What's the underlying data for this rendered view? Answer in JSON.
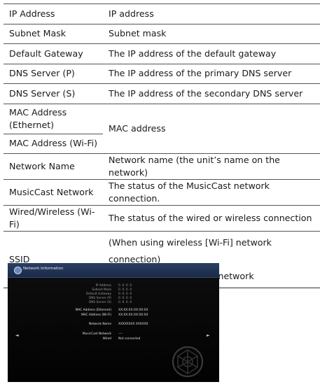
{
  "table": {
    "rows": [
      {
        "label": "IP Address",
        "value": "IP address"
      },
      {
        "label": "Subnet Mask",
        "value": "Subnet mask"
      },
      {
        "label": "Default Gateway",
        "value": "The IP address of the default gateway"
      },
      {
        "label": "DNS Server (P)",
        "value": "The IP address of the primary DNS server"
      },
      {
        "label": "DNS Server (S)",
        "value": "The IP address of the secondary DNS server"
      },
      {
        "label": "MAC Address (Ethernet)",
        "value": "MAC address"
      },
      {
        "label": "MAC Address (Wi-Fi)"
      },
      {
        "label": "Network Name",
        "value": "Network name (the unit’s name on the network)"
      },
      {
        "label": "MusicCast Network",
        "value": "The status of the MusicCast network connection."
      },
      {
        "label": "Wired/Wireless (Wi-Fi)",
        "value": "The status of the wired or wireless connection"
      },
      {
        "label": "SSID",
        "value_line1": "(When using wireless [Wi-Fi] network connection)",
        "value_line2": "The SSID of the wireless network"
      }
    ]
  },
  "screen": {
    "title": "Network Information",
    "icon": "network-globe-icon",
    "arrow_left": "◄",
    "arrow_right": "►",
    "rows": [
      {
        "label": "IP Address",
        "value": "0.  0.  0.  0"
      },
      {
        "label": "Subnet Mask",
        "value": "0.  0.  0.  0"
      },
      {
        "label": "Default Gateway",
        "value": "0.  0.  0.  0"
      },
      {
        "label": "DNS Server (P)",
        "value": "0.  0.  0.  0"
      },
      {
        "label": "DNS Server (S)",
        "value": "0.  0.  0.  0"
      },
      {
        "label": "MAC Address (Ethernet)",
        "value": "XX:XX:XX:XX:XX:XX"
      },
      {
        "label": "MAC Address (Wi-Fi)",
        "value": "XX:XX:XX:XX:XX:XX"
      },
      {
        "label": "Network Name",
        "value": "XXXXXXXX XXXXXX"
      },
      {
        "label": "MusicCast Network",
        "value": "----"
      },
      {
        "label": "Wired",
        "value": "Not connected"
      }
    ],
    "colors": {
      "header": "#23365a",
      "background": "#050505"
    }
  }
}
